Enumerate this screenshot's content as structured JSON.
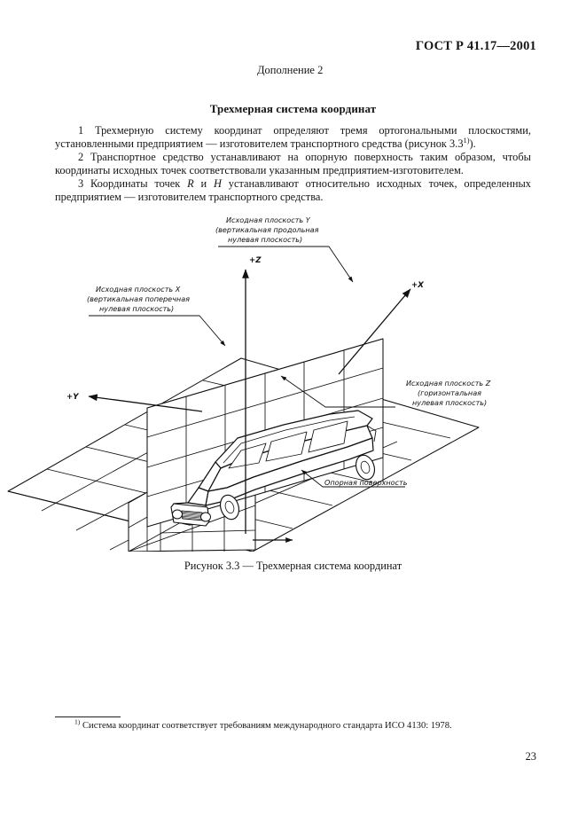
{
  "header": {
    "standard_number": "ГОСТ Р 41.17—2001",
    "supplement": "Дополнение 2",
    "title": "Трехмерная система координат"
  },
  "body": {
    "paragraphs": [
      {
        "number": "1",
        "text_before_italic": "1 Трехмерную систему координат определяют тремя ортогональными плоскостями, установленными предприятием — изготовителем транспортного средства (рисунок 3.3",
        "footnote_marker": "1)",
        "text_after": ")."
      },
      {
        "number": "2",
        "text": "2 Транспортное средство устанавливают на опорную поверхность таким образом, чтобы координаты исходных точек соответствовали указанным предприятием-изготовителем."
      },
      {
        "number": "3",
        "text_part1": "3 Координаты точек ",
        "italic1": "R",
        "text_part2": " и ",
        "italic2": "H",
        "text_part3": " устанавливают относительно исходных точек, определенных предприятием — изготовителем транспортного средства."
      }
    ]
  },
  "figure": {
    "labels": {
      "plane_y": [
        "Исходная плоскость Y",
        "(вертикальная продольная",
        "нулевая плоскость)"
      ],
      "plane_x": [
        "Исходная плоскость X",
        "(вертикальная поперечная",
        "нулевая плоскость)"
      ],
      "plane_z": [
        "Исходная плоскость Z",
        "(горизонтальная",
        "нулевая плоскость)"
      ],
      "ground": "Опорная поверхность",
      "axis_z": "+Z",
      "axis_x": "+X",
      "axis_y": "+Y"
    },
    "caption": "Рисунок 3.3 — Трехмерная система координат"
  },
  "footnote": {
    "marker": "1)",
    "text": "Система координат соответствует требованиям международного стандарта ИСО 4130: 1978."
  },
  "page_number": "23",
  "colors": {
    "text": "#161616",
    "line": "#111111",
    "background": "#ffffff"
  }
}
